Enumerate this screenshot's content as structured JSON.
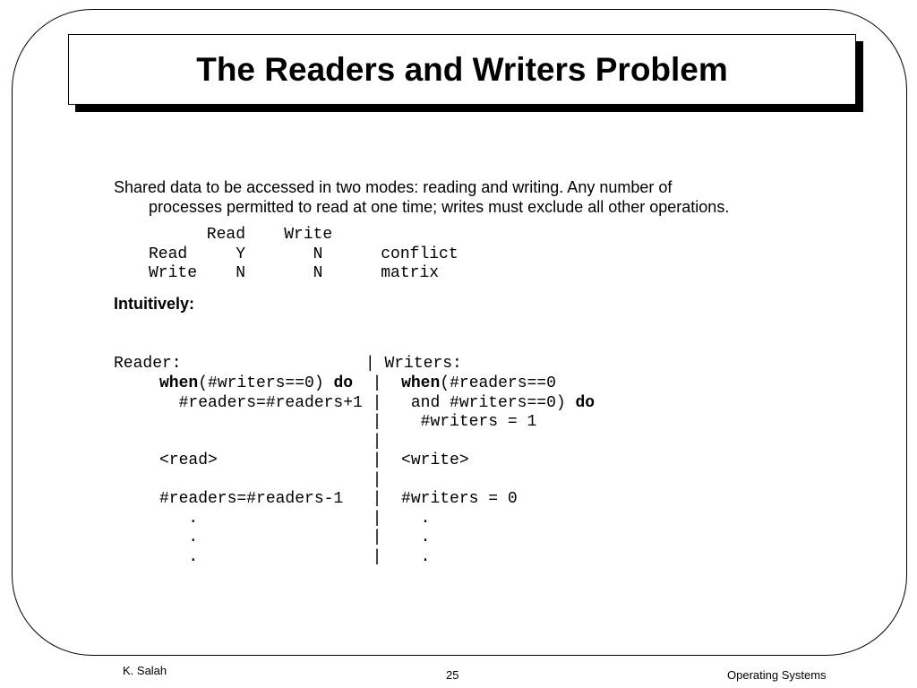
{
  "slide": {
    "title": "The Readers and Writers Problem",
    "paragraph": {
      "line1": "Shared data to be accessed in two modes: reading and writing. Any number of",
      "line2": "processes permitted to read at one time; writes must exclude all other operations."
    },
    "matrix": {
      "header": "      Read    Write",
      "row1": "Read     Y       N      conflict",
      "row2": "Write    N       N      matrix"
    },
    "intuitively": "Intuitively:",
    "code": {
      "l1": "Reader:                   | Writers:",
      "l2_kw1": "when",
      "l2_a": "(#writers==0) ",
      "l2_kw2": "do",
      "l2_b": "  |  ",
      "l2_kw3": "when",
      "l2_c": "(#readers==0",
      "l3_a": "  #readers=#readers+1 |   and #writers==0) ",
      "l3_kw": "do",
      "l4": "                      |    #writers = 1",
      "l5": "                      |",
      "l6": "<read>                |  <write>",
      "l7": "                      |",
      "l8": "#readers=#readers-1   |  #writers = 0",
      "l9": "   .                  |    .",
      "l10": "   .                  |    .",
      "l11": "   .                  |    ."
    },
    "footer": {
      "author": "K. Salah",
      "page": "25",
      "course": "Operating Systems"
    }
  }
}
